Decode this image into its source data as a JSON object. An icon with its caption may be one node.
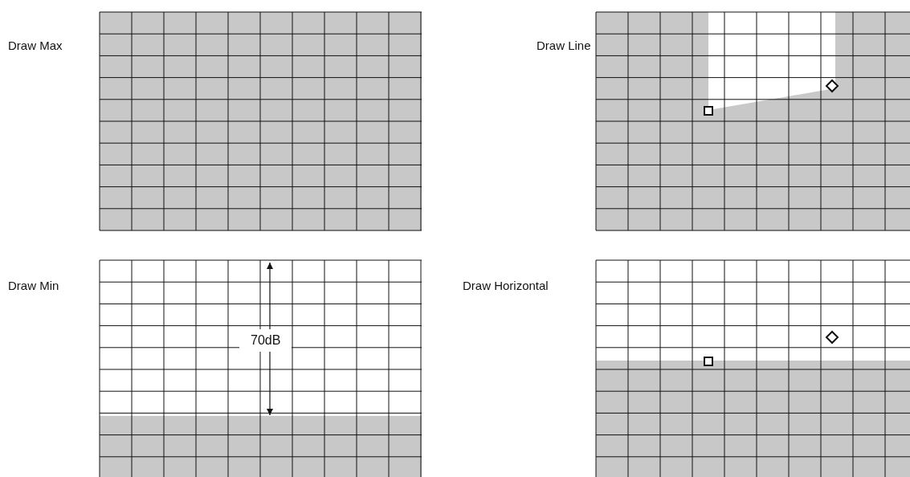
{
  "diagram": {
    "labels": [
      "Draw Max",
      "Draw Line",
      "Draw Min",
      "Draw Horizontal",
      "70dB"
    ]
  }
}
